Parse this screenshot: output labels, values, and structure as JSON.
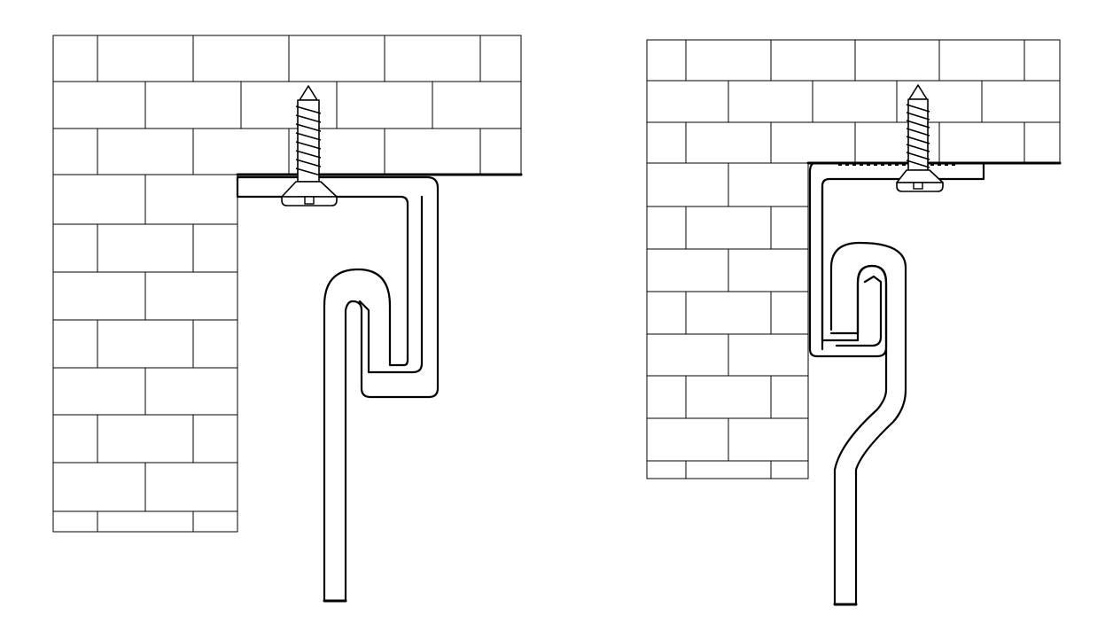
{
  "diagram": {
    "panels": [
      {
        "id": "left",
        "bracket": "straight-hanger",
        "screw": "countersunk-wood-screw"
      },
      {
        "id": "right",
        "bracket": "offset-hanger",
        "screw": "countersunk-wood-screw"
      }
    ],
    "colors": {
      "line": "#000000",
      "fill": "#ffffff"
    }
  }
}
